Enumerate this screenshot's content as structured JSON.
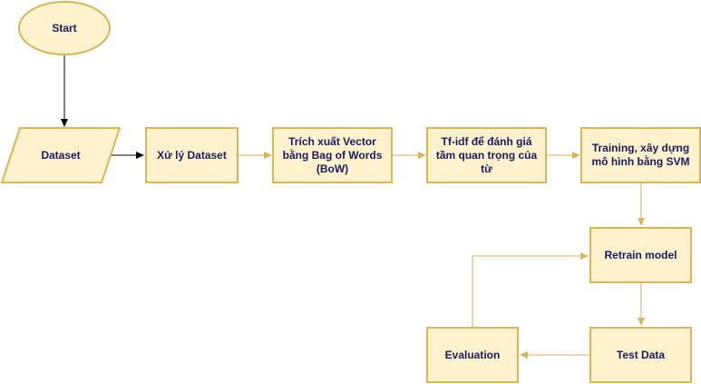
{
  "colors": {
    "fill": "#fff2cc",
    "stroke": "#d6b656",
    "text": "#1a1a5e",
    "edge_dark": "#000000",
    "edge_gold": "#d6b656"
  },
  "nodes": {
    "start": "Start",
    "dataset": "Dataset",
    "process_dataset": "Xử lý Dataset",
    "bow_extract": "Trích xuất Vector bằng Bag of Words (BoW)",
    "tfidf": "Tf-idf để đánh giá tầm quan trọng của từ",
    "training_svm": "Training, xây dựng mô hình bằng SVM",
    "retrain": "Retrain model",
    "test_data": "Test Data",
    "evaluation": "Evaluation"
  }
}
